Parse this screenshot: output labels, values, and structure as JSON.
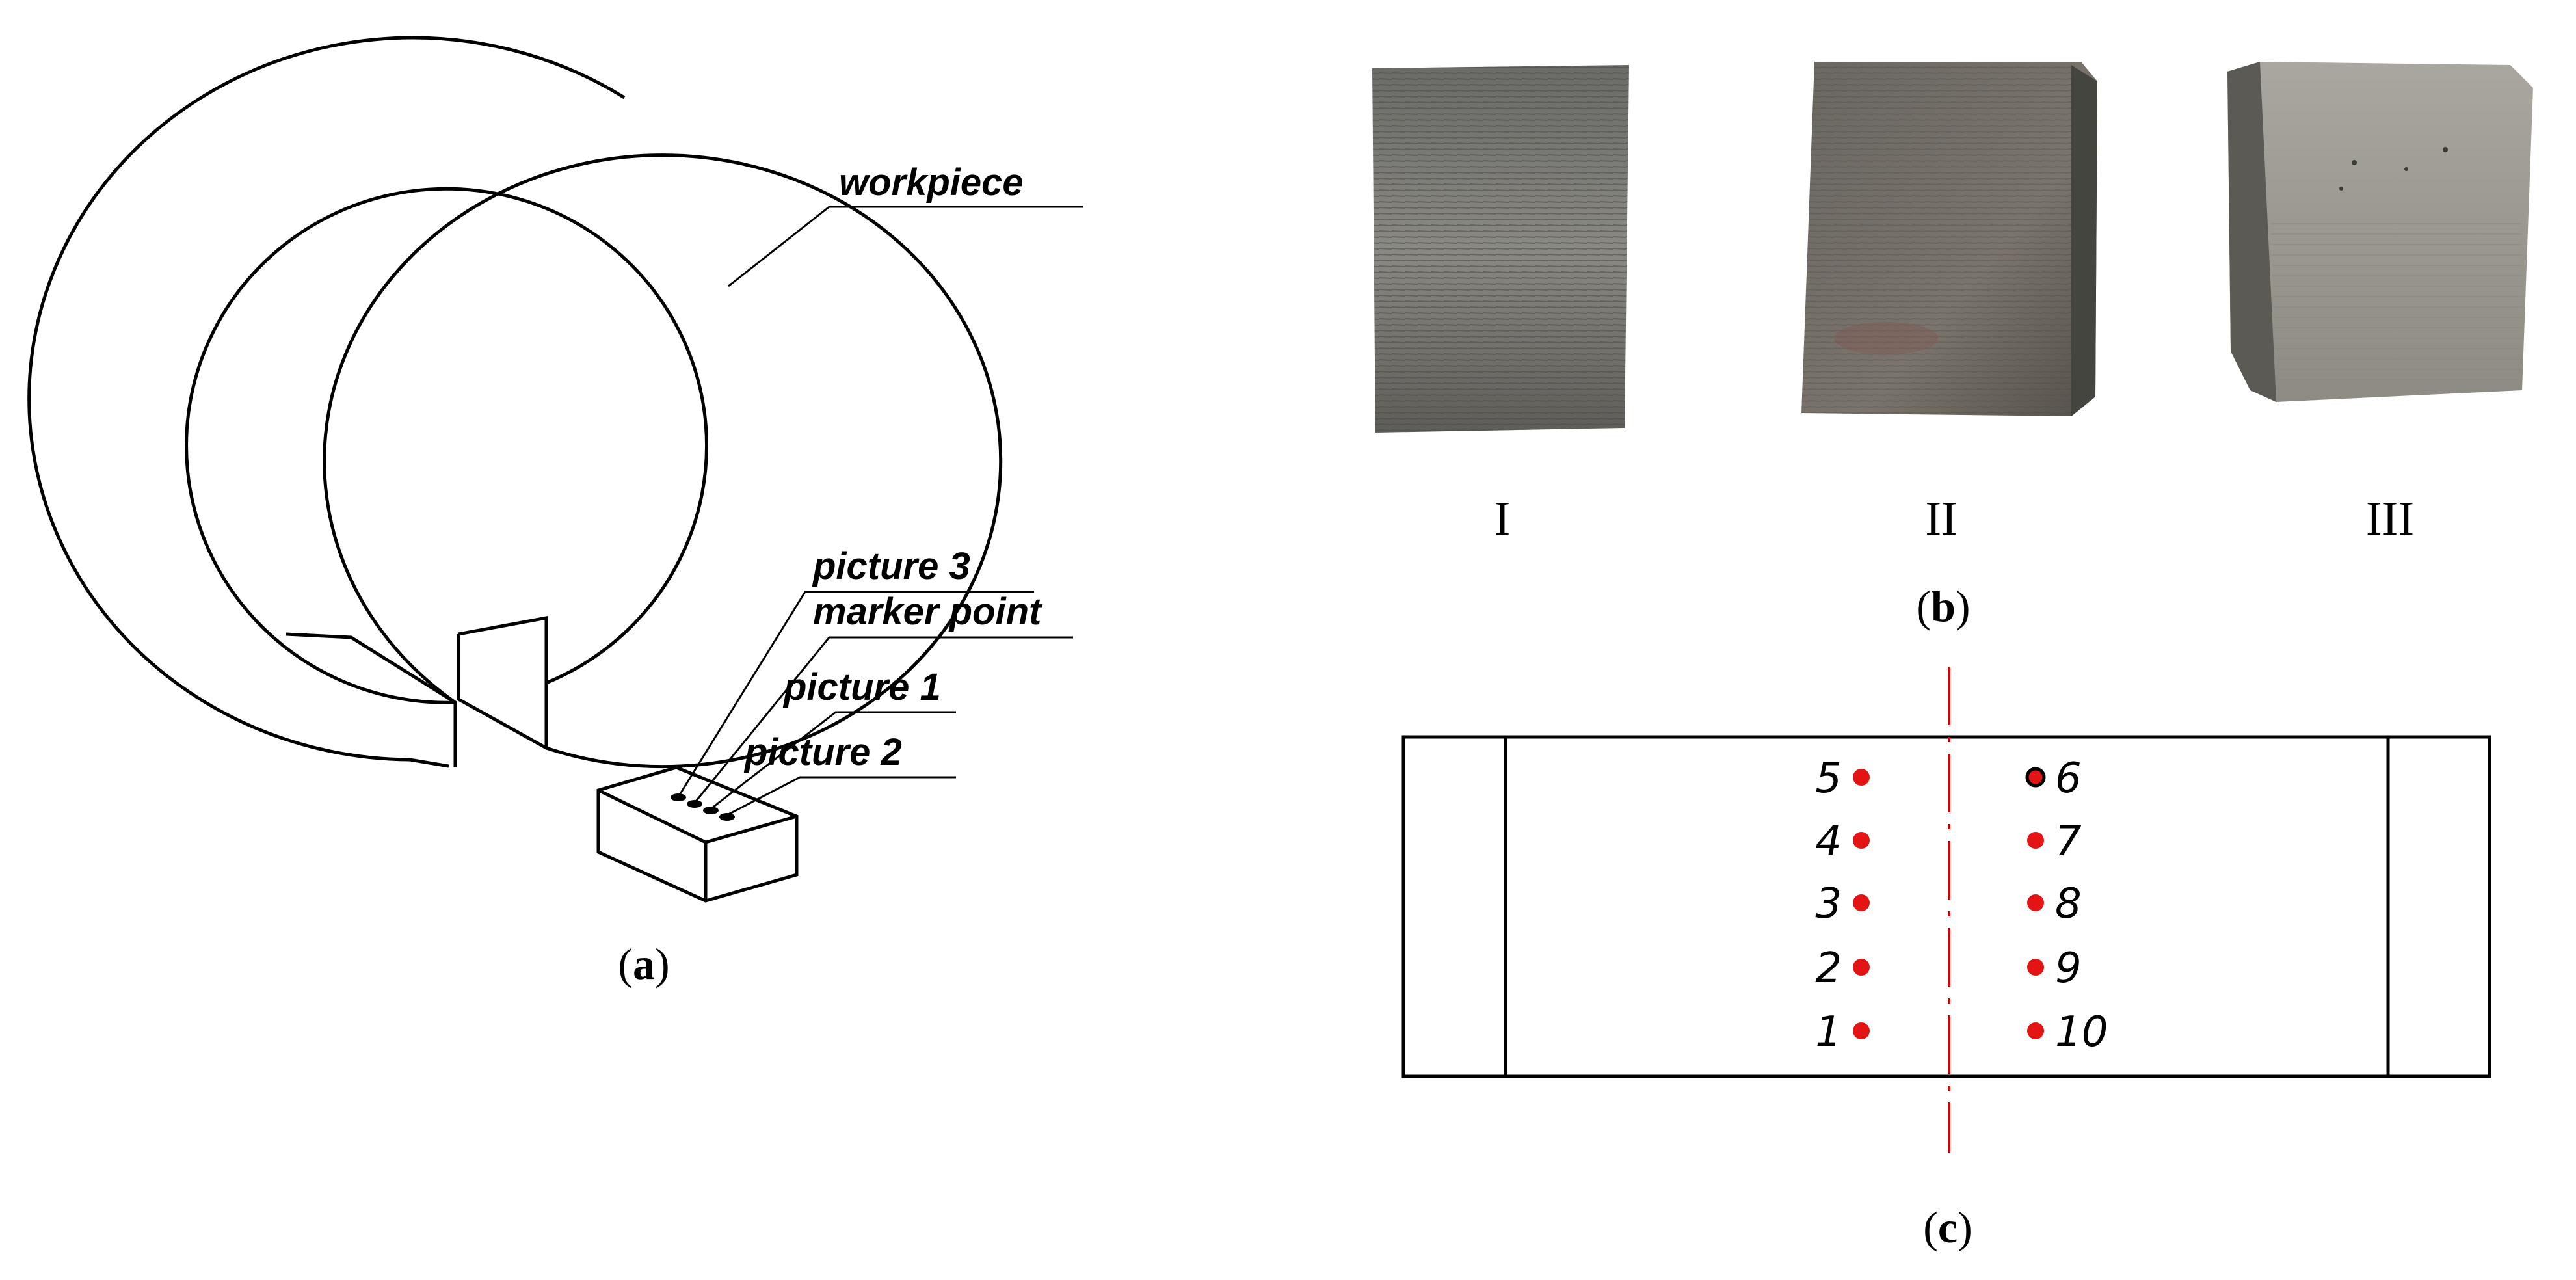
{
  "panel_a": {
    "labels": {
      "workpiece": "workpiece",
      "picture3": "picture 3",
      "marker_point": "marker point",
      "picture1": "picture 1",
      "picture2": "picture 2"
    },
    "caption": {
      "open": "(",
      "letter": "a",
      "close": ")"
    }
  },
  "panel_b": {
    "samples": [
      "I",
      "II",
      "III"
    ],
    "caption": {
      "open": "(",
      "letter": "b",
      "close": ")"
    }
  },
  "panel_c": {
    "left_points": [
      "5",
      "4",
      "3",
      "2",
      "1"
    ],
    "right_points": [
      "6",
      "7",
      "8",
      "9",
      "10"
    ],
    "point_color": "#e41414",
    "axis_color": "#d40000",
    "caption": {
      "open": "(",
      "letter": "c",
      "close": ")"
    }
  }
}
